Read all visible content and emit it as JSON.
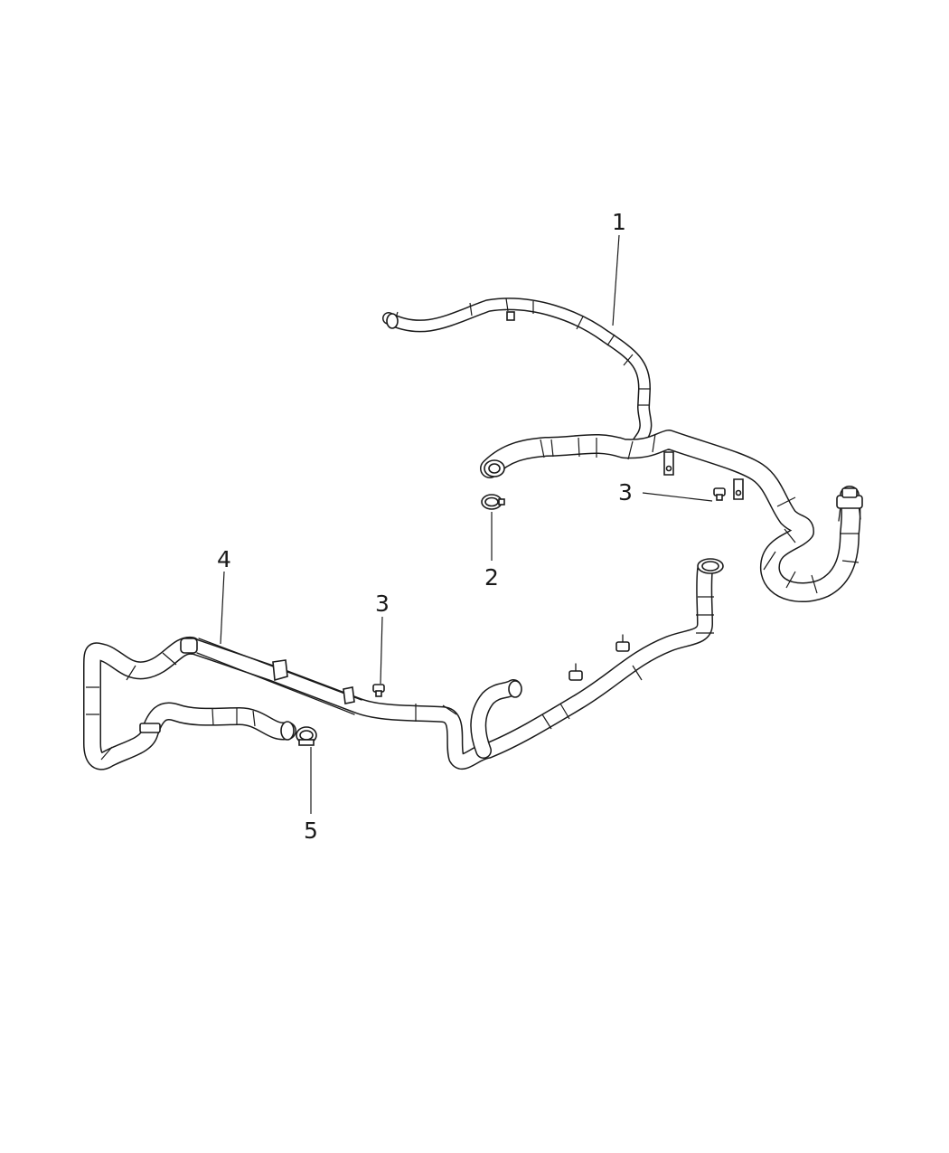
{
  "callouts": {
    "c1": "1",
    "c2": "2",
    "c3a": "3",
    "c3b": "3",
    "c4": "4",
    "c5": "5"
  }
}
